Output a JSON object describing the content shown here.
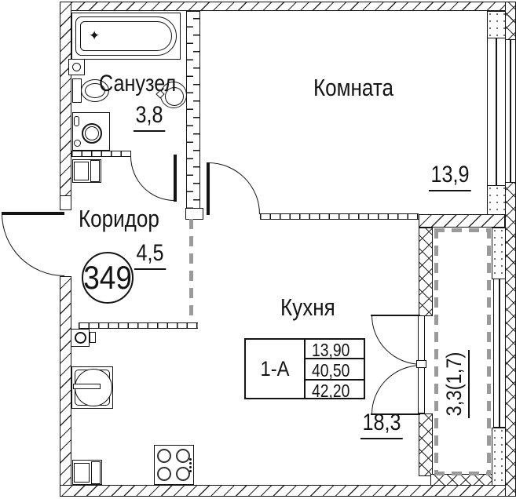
{
  "plan": {
    "apartment_number": "349",
    "rooms": {
      "bathroom": {
        "label": "Санузел",
        "area": "3,8"
      },
      "living_room": {
        "label": "Комната",
        "area": "13,9"
      },
      "corridor": {
        "label": "Коридор",
        "area": "4,5"
      },
      "kitchen": {
        "label": "Кухня",
        "area": "18,3"
      },
      "balcony": {
        "area": "3,3(1,7)"
      }
    },
    "info_table": {
      "unit_type": "1-А",
      "rows": [
        "13,90",
        "40,50",
        "42,20"
      ]
    },
    "colors": {
      "line": "#141414",
      "dashed_boundary": "#9a9a9a"
    }
  }
}
